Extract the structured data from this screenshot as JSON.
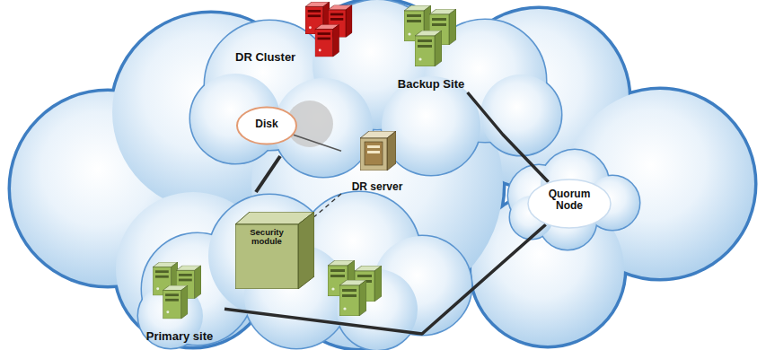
{
  "diagram": {
    "nodes": [
      {
        "text": [
          "DR Cluster"
        ]
      },
      {
        "text": [
          "Backup Site"
        ]
      },
      {
        "text": [
          "Disk"
        ]
      },
      {
        "text": [
          "DR server"
        ]
      },
      {
        "text": [
          "Security module"
        ]
      },
      {
        "text": [
          "Primary site"
        ]
      },
      {
        "text": [
          "Quorum Node"
        ]
      }
    ],
    "edges": [
      {
        "from": 2,
        "to": 3,
        "arrow": "none"
      },
      {
        "from": 3,
        "to": 4,
        "arrow": "none"
      },
      {
        "from": 1,
        "to": 6,
        "arrow": "none"
      },
      {
        "from": 5,
        "to": 6,
        "arrow": "none"
      }
    ]
  }
}
